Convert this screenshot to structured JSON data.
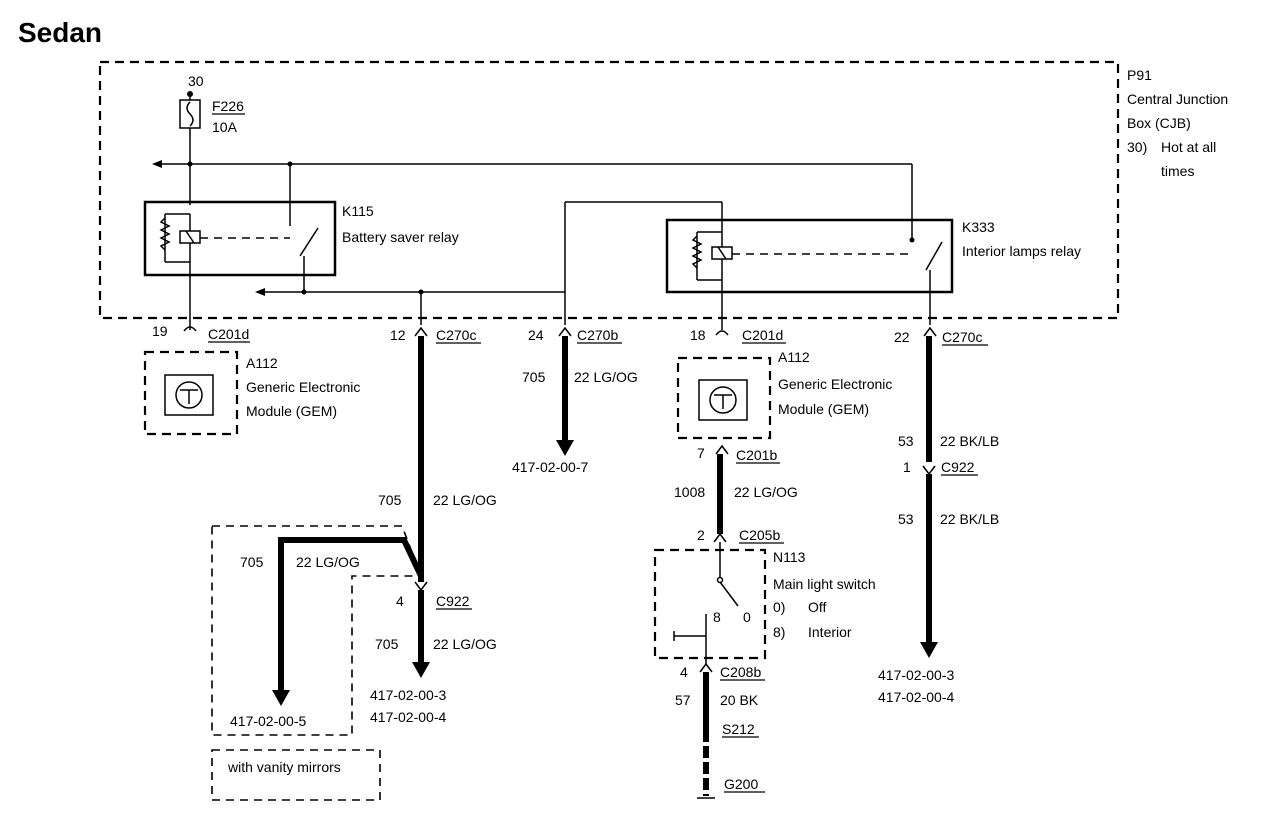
{
  "title": "Sedan",
  "cjb": {
    "id": "P91",
    "name_line1": "Central Junction",
    "name_line2": "Box (CJB)",
    "note_num": "30)",
    "note_line1": "Hot at all",
    "note_line2": "times",
    "pin30": "30"
  },
  "fuse": {
    "id": "F226",
    "rating": "10A"
  },
  "relays": {
    "k115": {
      "id": "K115",
      "name": "Battery saver relay"
    },
    "k333": {
      "id": "K333",
      "name": "Interior lamps relay"
    }
  },
  "gem_left": {
    "id": "A112",
    "line1": "Generic Electronic",
    "line2": "Module (GEM)"
  },
  "gem_right": {
    "id": "A112",
    "line1": "Generic Electronic",
    "line2": "Module (GEM)"
  },
  "switch": {
    "id": "N113",
    "name": "Main light switch",
    "pos0_num": "0)",
    "pos0_label": "Off",
    "pos8_num": "8)",
    "pos8_label": "Interior",
    "contact8": "8",
    "contact0": "0"
  },
  "connectors": {
    "c201d_left": {
      "pin": "19",
      "name": "C201d"
    },
    "c270c_left": {
      "pin": "12",
      "name": "C270c"
    },
    "c270b": {
      "pin": "24",
      "name": "C270b"
    },
    "c201d_right": {
      "pin": "18",
      "name": "C201d"
    },
    "c270c_right": {
      "pin": "22",
      "name": "C270c"
    },
    "c201b": {
      "pin": "7",
      "name": "C201b"
    },
    "c205b": {
      "pin": "2",
      "name": "C205b"
    },
    "c208b": {
      "pin": "4",
      "name": "C208b"
    },
    "c922_left": {
      "pin": "4",
      "name": "C922"
    },
    "c922_right": {
      "pin": "1",
      "name": "C922"
    },
    "s212": {
      "name": "S212"
    },
    "g200": {
      "name": "G200"
    }
  },
  "circuits": {
    "w705_a": {
      "num": "705",
      "spec": "22 LG/OG"
    },
    "w705_b": {
      "num": "705",
      "spec": "22 LG/OG"
    },
    "w705_c": {
      "num": "705",
      "spec": "22 LG/OG"
    },
    "w705_d": {
      "num": "705",
      "spec": "22 LG/OG"
    },
    "w1008": {
      "num": "1008",
      "spec": "22 LG/OG"
    },
    "w57": {
      "num": "57",
      "spec": "20 BK"
    },
    "w53_a": {
      "num": "53",
      "spec": "22 BK/LB"
    },
    "w53_b": {
      "num": "53",
      "spec": "22 BK/LB"
    }
  },
  "references": {
    "r_7": "417-02-00-7",
    "r_5": "417-02-00-5",
    "r_3a": "417-02-00-3",
    "r_4a": "417-02-00-4",
    "r_3b": "417-02-00-3",
    "r_4b": "417-02-00-4"
  },
  "vanity_note": "with vanity mirrors"
}
